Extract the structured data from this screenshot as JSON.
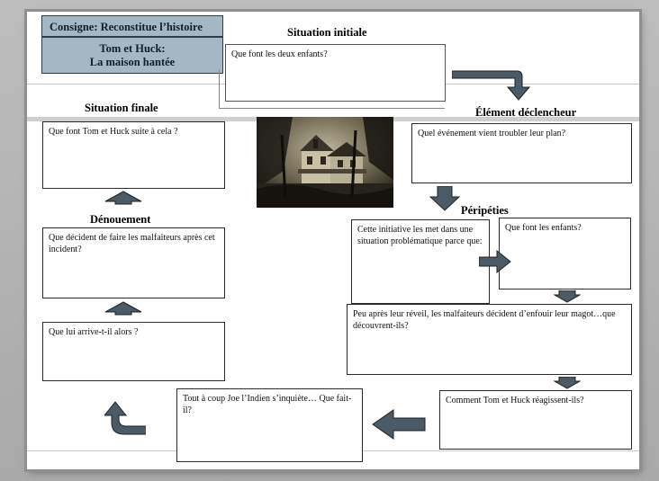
{
  "header": {
    "consigne": "Consigne: Reconstitue l’histoire",
    "story_title_line1": "Tom et Huck:",
    "story_title_line2": "La maison hantée"
  },
  "sections": {
    "situation_initiale": "Situation initiale",
    "element_declencheur": "Élément déclencheur",
    "peripeties": "Péripéties",
    "denouement": "Dénouement",
    "situation_finale": "Situation finale"
  },
  "boxes": {
    "initiale": "Que font les deux enfants?",
    "declencheur": "Quel événement vient troubler  leur plan?",
    "initiative": "Cette initiative les met dans une situation problématique parce que:",
    "enfants": "Que font les enfants?",
    "malfaiteurs_reveil": "Peu après leur réveil, les malfaiteurs décident d’enfouir leur magot…que découvrent-ils?",
    "reaction": "Comment Tom et Huck  réagissent-ils?",
    "joe": "Tout à coup Joe l’Indien s’inquiète… Que fait-il?",
    "arrive": "Que lui arrive-t-il alors ?",
    "decident": "Que décident de faire les malfaiteurs après cet incident?",
    "finale": "Que font Tom et Huck suite à cela ?"
  },
  "colors": {
    "title_fill": "#a4b7c3",
    "arrow_fill": "#4a5a66"
  },
  "image": {
    "name": "haunted-house-photo"
  }
}
